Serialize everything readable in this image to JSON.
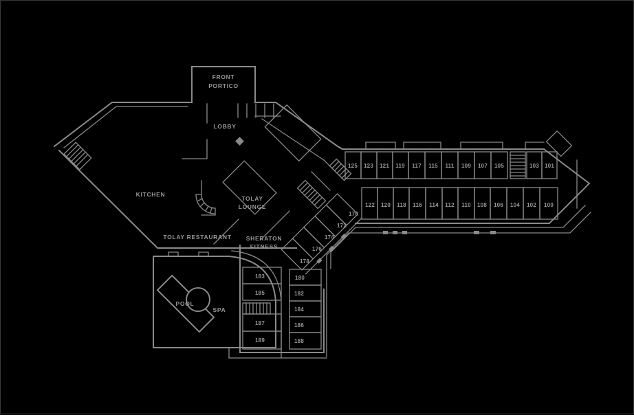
{
  "title": "Hotel floor plan",
  "colors": {
    "background": "#000000",
    "walls": "#8a8a8a",
    "text": "#989898",
    "page_border": "#3a3a3a"
  },
  "areas": {
    "front_portico": [
      "FRONT",
      "PORTICO"
    ],
    "lobby": "LOBBY",
    "kitchen": "KITCHEN",
    "tolay_lounge": [
      "TOLAY",
      "LOUNGE"
    ],
    "tolay_restaurant": "TOLAY RESTAURANT",
    "sheraton_fitness": [
      "SHERATON",
      "FITNESS"
    ],
    "pool": "POOL",
    "spa": "SPA"
  },
  "rooms": {
    "top_row": [
      "125",
      "123",
      "121",
      "119",
      "117",
      "115",
      "111",
      "109",
      "107",
      "105",
      "103",
      "101"
    ],
    "bottom_row": [
      "122",
      "120",
      "118",
      "116",
      "114",
      "112",
      "110",
      "108",
      "106",
      "104",
      "102",
      "100"
    ],
    "diagonal": [
      "170",
      "172",
      "174",
      "176",
      "178"
    ],
    "south_left": [
      "183",
      "185",
      "187",
      "189"
    ],
    "south_right": [
      "180",
      "182",
      "184",
      "186",
      "188"
    ]
  }
}
